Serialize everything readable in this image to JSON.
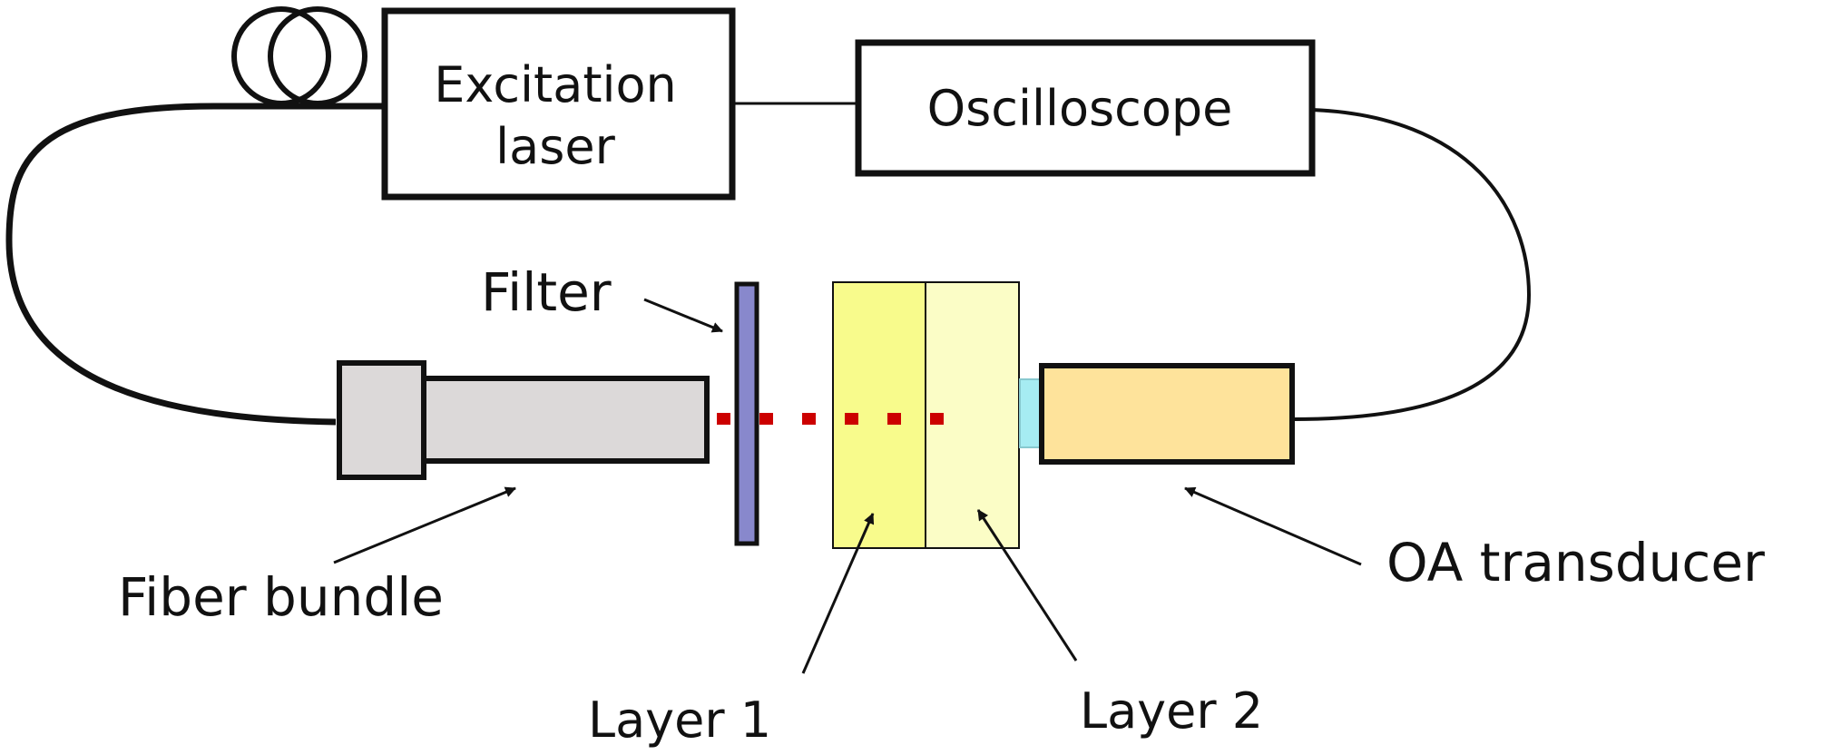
{
  "labels": {
    "excitation_line1": "Excitation",
    "excitation_line2": "laser",
    "oscilloscope": "Oscilloscope",
    "filter": "Filter",
    "fiber_bundle": "Fiber bundle",
    "oa_transducer": "OA transducer",
    "layer1": "Layer 1",
    "layer2": "Layer 2"
  },
  "colors": {
    "fiber_bundle": "#dcd9d9",
    "filter": "#8888cc",
    "layer1": "#f8fb8c",
    "layer2": "#fbfdc6",
    "transducer": "#fee39b",
    "coupling": "#a6ecf2",
    "beam": "#cc0000",
    "outline": "#111111"
  },
  "beam_dot_count": 6
}
